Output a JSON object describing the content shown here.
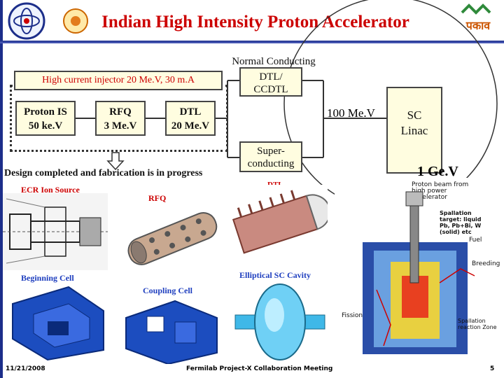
{
  "title": "Indian High Intensity Proton Accelerator",
  "injector_label": "High current injector 20 Me.V,  30 m.A",
  "proton_is": "Proton IS\n50 ke.V",
  "rfq_box": "RFQ\n3 Me.V",
  "dtl_box": "DTL\n20 Me.V",
  "normal_conducting": "Normal Conducting",
  "dtl_ccdtl": "DTL/\nCCDTL",
  "superconducting": "Super-\nconducting",
  "energy_100": "100 Me.V",
  "sc_linac": "SC\nLinac",
  "energy_1gev": "1 Ge.V",
  "design_status": "Design completed and fabrication is in progress",
  "ecr_source": "ECR Ion Source",
  "rfq_label": "RFQ",
  "dtl_label": "DTL",
  "elliptical": "Elliptical SC Cavity",
  "beginning_cell": "Beginning Cell",
  "coupling_cell": "Coupling Cell",
  "proton_beam": "Proton beam from\nhigh power\naccelerator",
  "spallation_target": "Spallation\ntarget: liquid\nPb, Pb+Bi, W\n(solid) etc",
  "fuel": "Fuel",
  "breeding": "Breeding",
  "fission": "Fission",
  "spallation_zone": "Spallation\nreaction Zone",
  "footer_date": "11/21/2008",
  "footer_meeting": "Fermilab Project-X Collaboration Meeting",
  "footer_page": "5",
  "colors": {
    "title": "#cc0000",
    "accent": "#1c2e8a",
    "box_fill": "#fffde0",
    "label_red": "#cc0000",
    "label_blue": "#1f3fbf"
  }
}
